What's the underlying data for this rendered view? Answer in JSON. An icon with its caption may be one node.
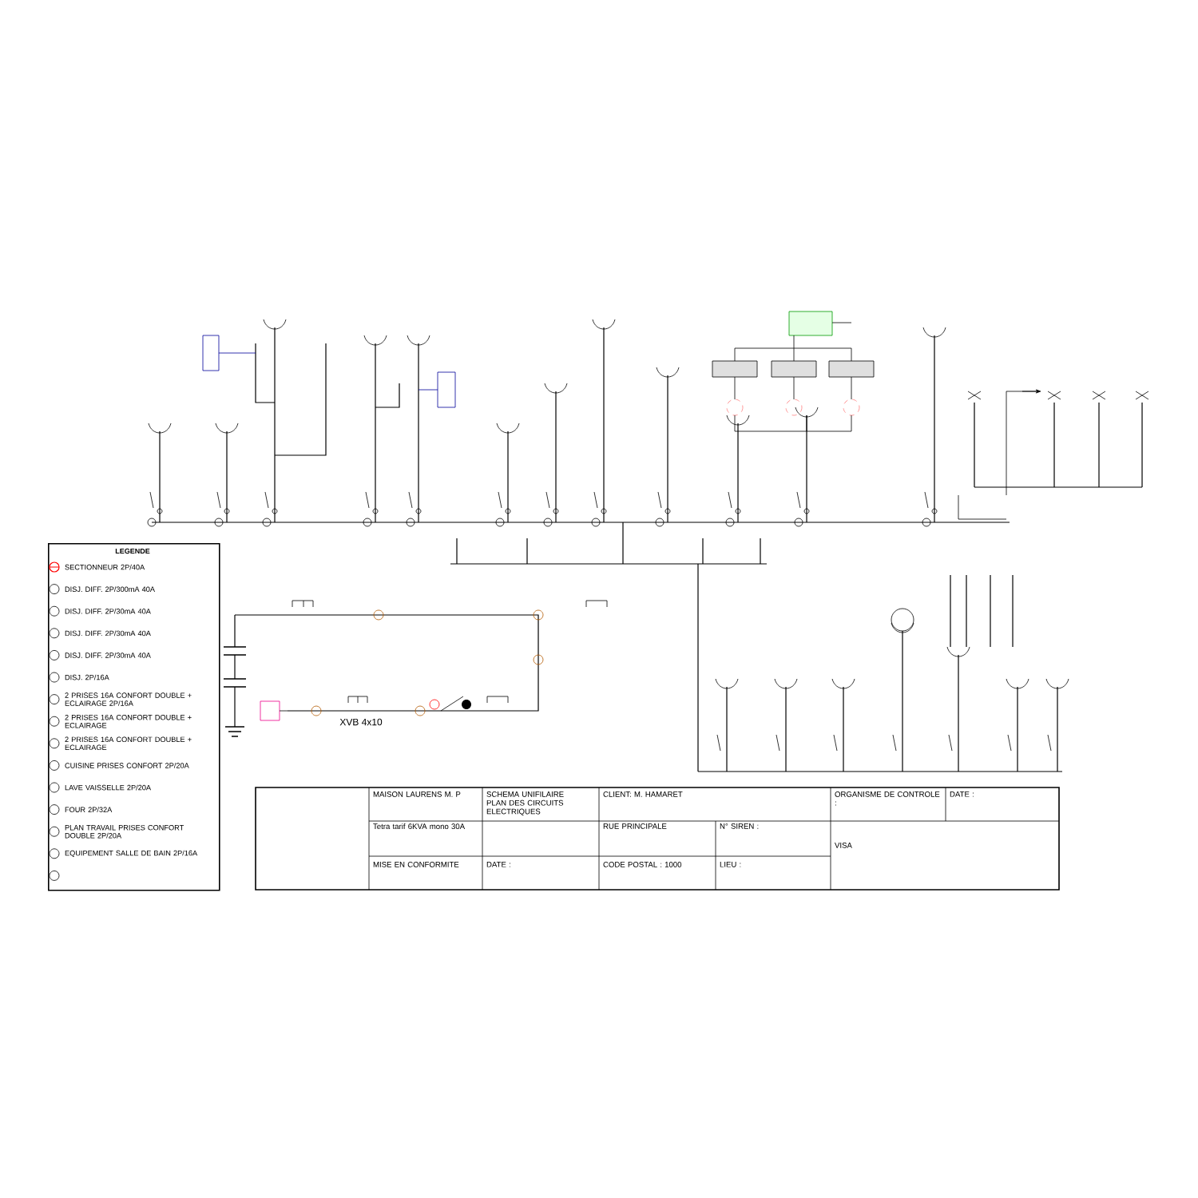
{
  "diagram": {
    "nodes": [
      {
        "text": [
          "LEGENDE"
        ]
      }
    ],
    "legend": [
      {
        "text": "SECTIONNEUR 2P/40A"
      },
      {
        "text": "DISJ. DIFF. 2P/300mA 40A"
      },
      {
        "text": "DISJ. DIFF. 2P/30mA 40A"
      },
      {
        "text": "DISJ. DIFF. 2P/30mA 40A"
      },
      {
        "text": "DISJ. DIFF. 2P/30mA 40A"
      },
      {
        "text": "DISJ. 2P/16A"
      },
      {
        "text": "2 PRISES 16A CONFORT DOUBLE + ECLAIRAGE 2P/16A"
      },
      {
        "text": "2 PRISES 16A CONFORT DOUBLE + ECLAIRAGE"
      },
      {
        "text": "2 PRISES 16A CONFORT DOUBLE + ECLAIRAGE"
      },
      {
        "text": "CUISINE PRISES CONFORT 2P/20A"
      },
      {
        "text": "LAVE VAISSELLE 2P/20A"
      },
      {
        "text": "FOUR 2P/32A"
      },
      {
        "text": "PLAN TRAVAIL PRISES CONFORT DOUBLE 2P/20A"
      },
      {
        "text": "EQUIPEMENT SALLE DE BAIN 2P/16A"
      }
    ],
    "labels": [
      "XVB 4x10",
      "MAISON LAURENS M. P",
      "SCHEMA UNIFILAIRE PLAN DES CIRCUITS ELECTRIQUES",
      "CLIENT: M. HAMARET",
      "ORGANISME DE CONTROLE :",
      "DATE :",
      "Tetra tarif 6KVA mono 30A",
      "RUE PRINCIPALE",
      "N° SIREN :",
      "VISA",
      "MISE EN CONFORMITE",
      "DATE :",
      "CODE POSTAL : 1000",
      "LIEU :"
    ]
  }
}
